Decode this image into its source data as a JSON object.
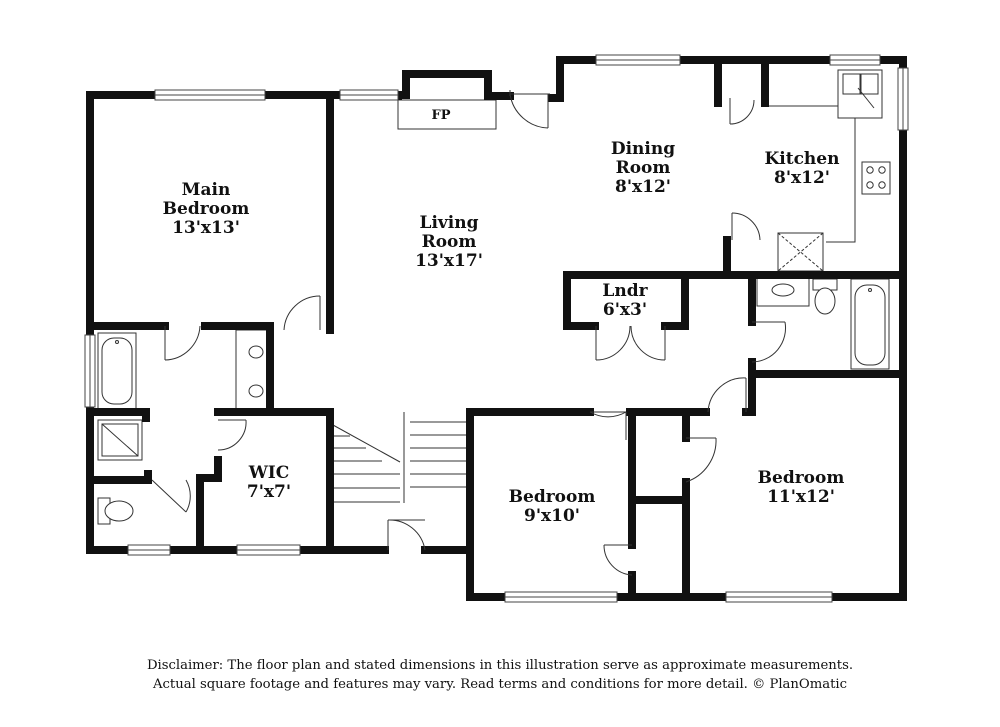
{
  "rooms": {
    "main_bedroom": {
      "name_line1": "Main",
      "name_line2": "Bedroom",
      "size": "13'x13'"
    },
    "living_room": {
      "name_line1": "Living",
      "name_line2": "Room",
      "size": "13'x17'"
    },
    "dining_room": {
      "name_line1": "Dining",
      "name_line2": "Room",
      "size": "8'x12'"
    },
    "kitchen": {
      "name": "Kitchen",
      "size": "8'x12'"
    },
    "laundry": {
      "name": "Lndr",
      "size": "6'x3'"
    },
    "wic": {
      "name": "WIC",
      "size": "7'x7'"
    },
    "bedroom_2": {
      "name": "Bedroom",
      "size": "9'x10'"
    },
    "bedroom_3": {
      "name": "Bedroom",
      "size": "11'x12'"
    }
  },
  "fireplace_label": "FP",
  "disclaimer": {
    "line1": "Disclaimer: The floor plan and stated dimensions in this illustration serve as approximate measurements.",
    "line2": "Actual square footage and features may vary. Read terms and conditions for more detail. © PlanOmatic"
  }
}
